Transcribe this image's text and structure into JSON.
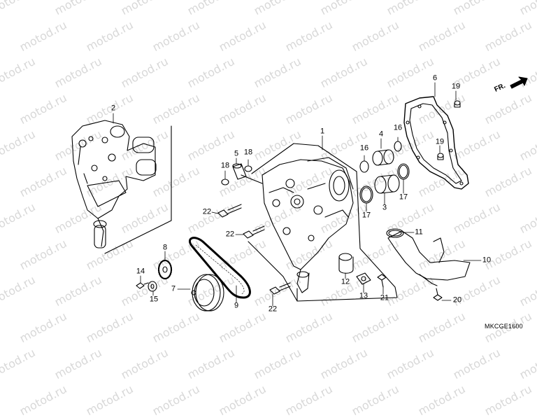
{
  "watermark": "motod.ru",
  "diagram_code": "MKCGE1600",
  "front_marker": "FR.",
  "callouts": [
    "1",
    "2",
    "3",
    "4",
    "5",
    "6",
    "7",
    "8",
    "9",
    "10",
    "11",
    "12",
    "13",
    "14",
    "15",
    "16",
    "16",
    "17",
    "17",
    "18",
    "18",
    "19",
    "19",
    "20",
    "21",
    "22",
    "22",
    "22"
  ]
}
